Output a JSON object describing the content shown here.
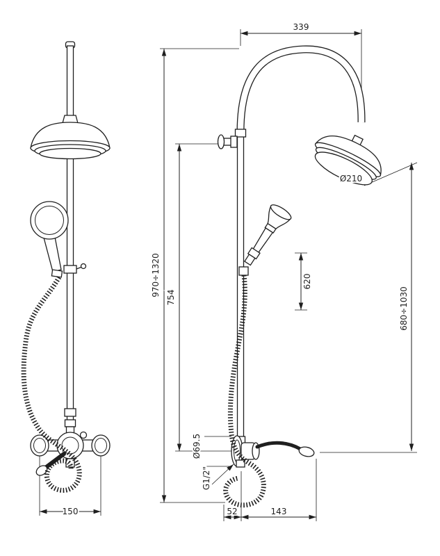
{
  "colors": {
    "background": "#ffffff",
    "line": "#1f1f1f"
  },
  "labels": {
    "top_width": "339",
    "head_diameter": "Ø210",
    "overall_height": "970÷1320",
    "column_height": "754",
    "handset_travel": "620",
    "head_height": "680÷1030",
    "flange_diameter": "Ø69.5",
    "thread_size": "G1/2\"",
    "hose_offset": "52",
    "spout_reach": "143",
    "inlet_centers": "150"
  }
}
